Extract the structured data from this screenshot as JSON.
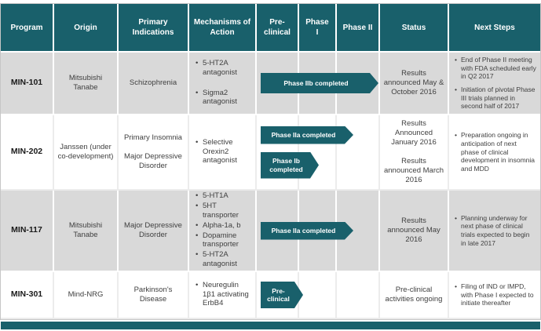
{
  "theme": {
    "teal": "#19606B",
    "row_gray": "#d9d9d9",
    "row_white": "#ffffff",
    "text": "#404040"
  },
  "header": {
    "columns": [
      "Program",
      "Origin",
      "Primary Indications",
      "Mechanisms of Action",
      "Pre-clinical",
      "Phase I",
      "Phase II",
      "Status",
      "Next Steps"
    ]
  },
  "rows": [
    {
      "program": "MIN-101",
      "origin": "Mitsubishi Tanabe",
      "indications": [
        "Schizophrenia"
      ],
      "mechanisms": [
        "5-HT2A antagonist",
        "Sigma2 antagonist"
      ],
      "phase_arrows": [
        {
          "label": "Phase IIb completed",
          "span": "through-phase-2"
        }
      ],
      "status": [
        "Results announced May & October 2016"
      ],
      "next_steps": [
        "End of Phase II meeting with FDA scheduled early in Q2 2017",
        "Initiation of pivotal Phase III trials planned in second half of 2017"
      ]
    },
    {
      "program": "MIN-202",
      "origin": "Janssen (under co-development)",
      "indications": [
        "Primary Insomnia",
        "Major Depressive Disorder"
      ],
      "mechanisms": [
        "Selective Orexin2 antagonist"
      ],
      "phase_arrows": [
        {
          "label": "Phase IIa completed",
          "span": "into-phase-2"
        },
        {
          "label": "Phase Ib completed",
          "span": "through-phase-1"
        }
      ],
      "status": [
        "Results Announced January 2016",
        "Results announced March 2016"
      ],
      "next_steps": [
        "Preparation ongoing in anticipation of next phase of clinical development in insomnia and MDD"
      ]
    },
    {
      "program": "MIN-117",
      "origin": "Mitsubishi Tanabe",
      "indications": [
        "Major Depressive Disorder"
      ],
      "mechanisms": [
        "5-HT1A",
        "5HT transporter",
        "Alpha-1a, b",
        "Dopamine transporter",
        "5-HT2A antagonist"
      ],
      "phase_arrows": [
        {
          "label": "Phase IIa completed",
          "span": "into-phase-2"
        }
      ],
      "status": [
        "Results announced May 2016"
      ],
      "next_steps": [
        "Planning underway for next phase of clinical trials expected to begin in late 2017"
      ]
    },
    {
      "program": "MIN-301",
      "origin": "Mind-NRG",
      "indications": [
        "Parkinson's Disease"
      ],
      "mechanisms": [
        "Neuregulin 1β1 activating ErbB4"
      ],
      "phase_arrows": [
        {
          "label": "Pre-clinical",
          "span": "pre-clinical"
        }
      ],
      "status": [
        "Pre-clinical activities ongoing"
      ],
      "next_steps": [
        "Filing of IND or IMPD, with Phase I expected to initiate thereafter"
      ]
    }
  ]
}
